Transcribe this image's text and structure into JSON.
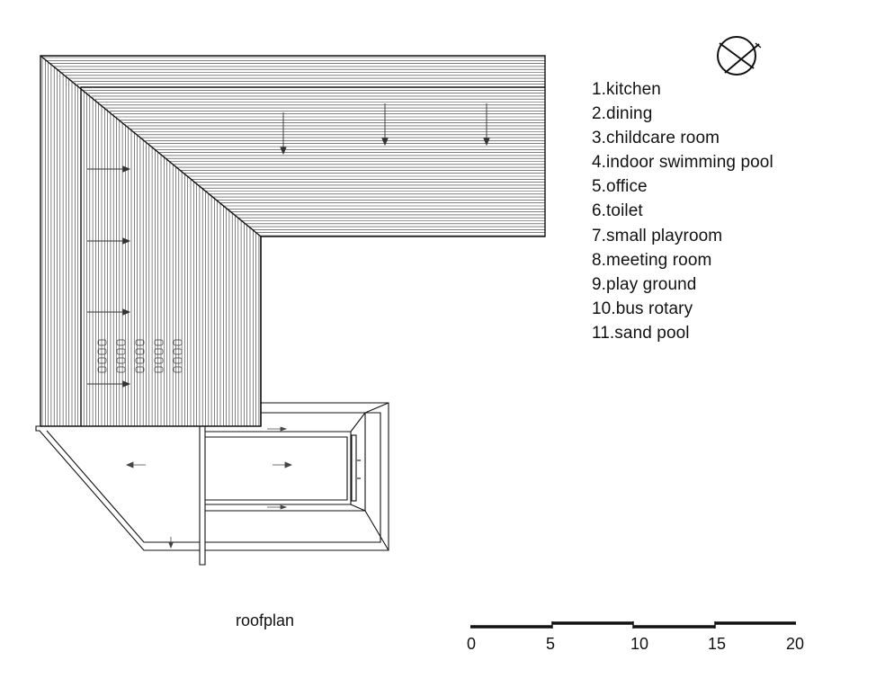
{
  "legend": [
    "1.kitchen",
    "2.dining",
    "3.childcare room",
    "4.indoor swimming pool",
    "5.office",
    "6.toilet",
    "7.small playroom",
    "8.meeting room",
    "9.play ground",
    "10.bus rotary",
    "11.sand pool"
  ],
  "caption": "roofplan",
  "scale_bar": {
    "labels": [
      "0",
      "5",
      "10",
      "15",
      "20"
    ]
  },
  "icons": {
    "north": "north-arrow-icon"
  },
  "colors": {
    "line": "#222222"
  }
}
